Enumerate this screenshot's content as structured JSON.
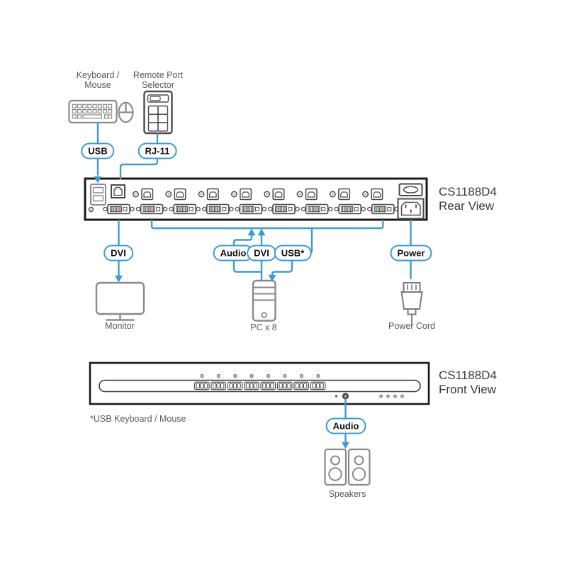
{
  "titles": {
    "rear": {
      "model": "CS1188D4",
      "view": "Rear View"
    },
    "front": {
      "model": "CS1188D4",
      "view": "Front View"
    }
  },
  "footnote": "*USB Keyboard / Mouse",
  "device_labels": {
    "keyboard_mouse_line1": "Keyboard /",
    "keyboard_mouse_line2": "Mouse",
    "remote_selector_line1": "Remote Port",
    "remote_selector_line2": "Selector",
    "monitor": "Monitor",
    "pc": "PC x 8",
    "power_cord": "Power Cord",
    "speakers": "Speakers"
  },
  "connection_badges": {
    "usb": "USB",
    "rj11": "RJ-11",
    "dvi_monitor": "DVI",
    "audio_pc": "Audio",
    "dvi_pc": "DVI",
    "usb_pc": "USB*",
    "power": "Power",
    "audio_speakers": "Audio"
  },
  "ports": {
    "pc_ports": 8,
    "rear_dvi_connectors": 9,
    "rear_audio_usb_b_pairs": 8,
    "front_port_pushbuttons": 8,
    "front_leds": 8
  },
  "colors": {
    "connection_line": "#3b9cd1",
    "badge_border": "#3b9cd1",
    "panel_border": "#1a1a1a",
    "device_outline": "#8a8a8a",
    "port_outline": "#4a4a4a",
    "label_text": "#595959",
    "title_text": "#3a3a3a",
    "badge_text": "#111111"
  }
}
